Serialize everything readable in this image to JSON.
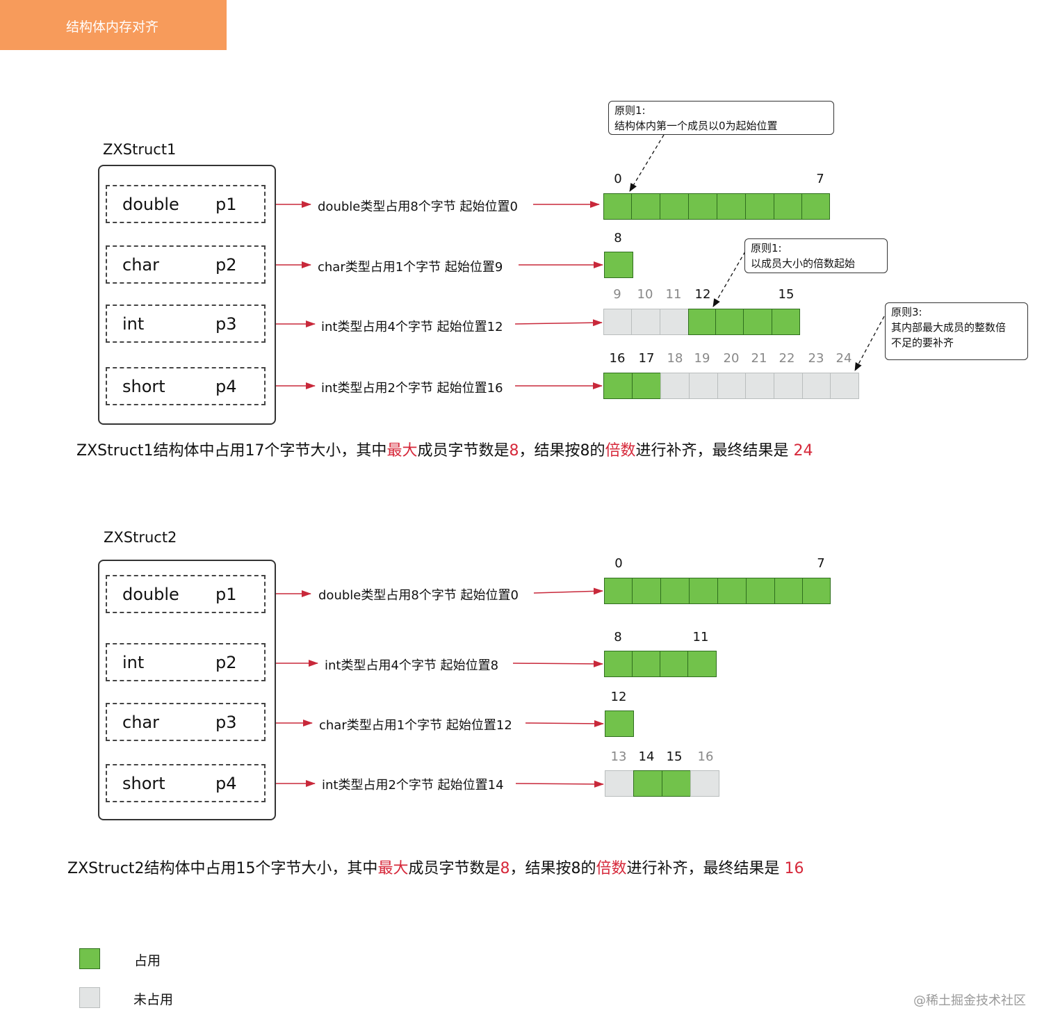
{
  "header": {
    "title": "结构体内存对齐"
  },
  "struct1": {
    "name": "ZXStruct1",
    "members": [
      {
        "type": "double",
        "name": "p1"
      },
      {
        "type": "char",
        "name": "p2"
      },
      {
        "type": "int",
        "name": "p3"
      },
      {
        "type": "short",
        "name": "p4"
      }
    ],
    "arrow_labels": [
      "double类型占用8个字节 起始位置0",
      "char类型占用1个字节 起始位置9",
      "int类型占用4个字节 起始位置12",
      "int类型占用2个字节 起始位置16"
    ],
    "row1_indices": [
      "0",
      "7"
    ],
    "row2_indices": [
      "8"
    ],
    "row3_indices": [
      "9",
      "10",
      "11",
      "12",
      "15"
    ],
    "row4_indices": [
      "16",
      "17",
      "18",
      "19",
      "20",
      "21",
      "22",
      "23",
      "24"
    ],
    "notes": {
      "n1_title": "原则1:",
      "n1_text": "结构体内第一个成员以0为起始位置",
      "n2_title": "原则1:",
      "n2_text": "以成员大小的倍数起始",
      "n3_title": "原则3:",
      "n3_text1": "其内部最大成员的整数倍",
      "n3_text2": "不足的要补齐"
    },
    "summary": {
      "a": "ZXStruct1结构体中占用17个字节大小，其中",
      "b": "最大",
      "c": "成员字节数是",
      "d": "8",
      "e": "，结果按8的",
      "f": "倍数",
      "g": "进行补齐，最终结果是 ",
      "h": "24"
    }
  },
  "struct2": {
    "name": "ZXStruct2",
    "members": [
      {
        "type": "double",
        "name": "p1"
      },
      {
        "type": "int",
        "name": "p2"
      },
      {
        "type": "char",
        "name": "p3"
      },
      {
        "type": "short",
        "name": "p4"
      }
    ],
    "arrow_labels": [
      "double类型占用8个字节 起始位置0",
      "int类型占用4个字节 起始位置8",
      "char类型占用1个字节 起始位置12",
      "int类型占用2个字节 起始位置14"
    ],
    "row1_indices": [
      "0",
      "7"
    ],
    "row2_indices": [
      "8",
      "11"
    ],
    "row3_indices": [
      "12"
    ],
    "row4_indices": [
      "13",
      "14",
      "15",
      "16"
    ],
    "summary": {
      "a": "ZXStruct2结构体中占用15个字节大小，其中",
      "b": "最大",
      "c": "成员字节数是",
      "d": "8",
      "e": "，结果按8的",
      "f": "倍数",
      "g": "进行补齐，最终结果是 ",
      "h": "16"
    }
  },
  "legend": {
    "used": "占用",
    "unused": "未占用"
  },
  "watermark": "@稀土掘金技术社区",
  "colors": {
    "used": "#72c24b",
    "unused": "#e2e4e4",
    "arrow": "#c8283a",
    "header": "#f79b5b",
    "highlight": "#d6283a"
  }
}
